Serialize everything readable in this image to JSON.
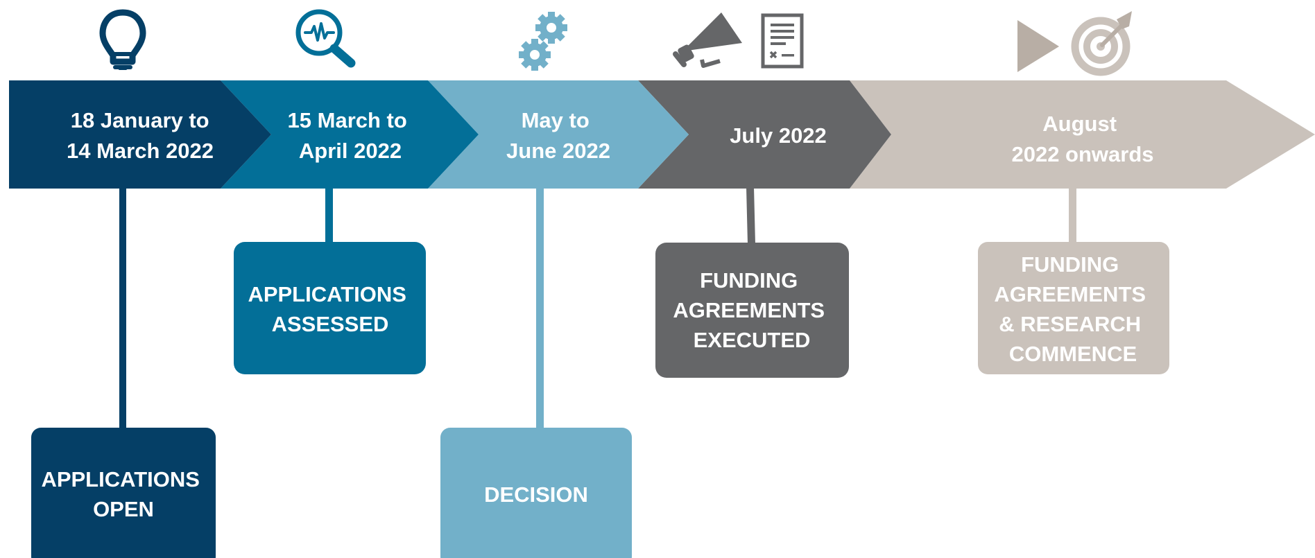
{
  "colors": {
    "navy": "#053f66",
    "teal": "#036f98",
    "light_blue": "#72b0c9",
    "dark_gray": "#656668",
    "taupe": "#cac2bb",
    "icon_taupe": "#b8aea5"
  },
  "icons": [
    "lightbulb-icon",
    "magnifier-pulse-icon",
    "gears-icon",
    "megaphone-icon",
    "document-icon",
    "play-icon",
    "target-icon"
  ],
  "timeline": {
    "segments": [
      {
        "line1": "18 January to",
        "line2": "14 March 2022"
      },
      {
        "line1": "15 March to",
        "line2": "April 2022"
      },
      {
        "line1": "May to",
        "line2": "June 2022"
      },
      {
        "line1": "July 2022"
      },
      {
        "line1": "August",
        "line2": "2022 onwards"
      }
    ],
    "cards": [
      {
        "lines": [
          "APPLICATIONS",
          "OPEN"
        ]
      },
      {
        "lines": [
          "APPLICATIONS",
          "ASSESSED"
        ]
      },
      {
        "lines": [
          "DECISION"
        ]
      },
      {
        "lines": [
          "FUNDING",
          "AGREEMENTS",
          "EXECUTED"
        ]
      },
      {
        "lines": [
          "FUNDING",
          "AGREEMENTS",
          "& RESEARCH",
          "COMMENCE"
        ]
      }
    ]
  }
}
